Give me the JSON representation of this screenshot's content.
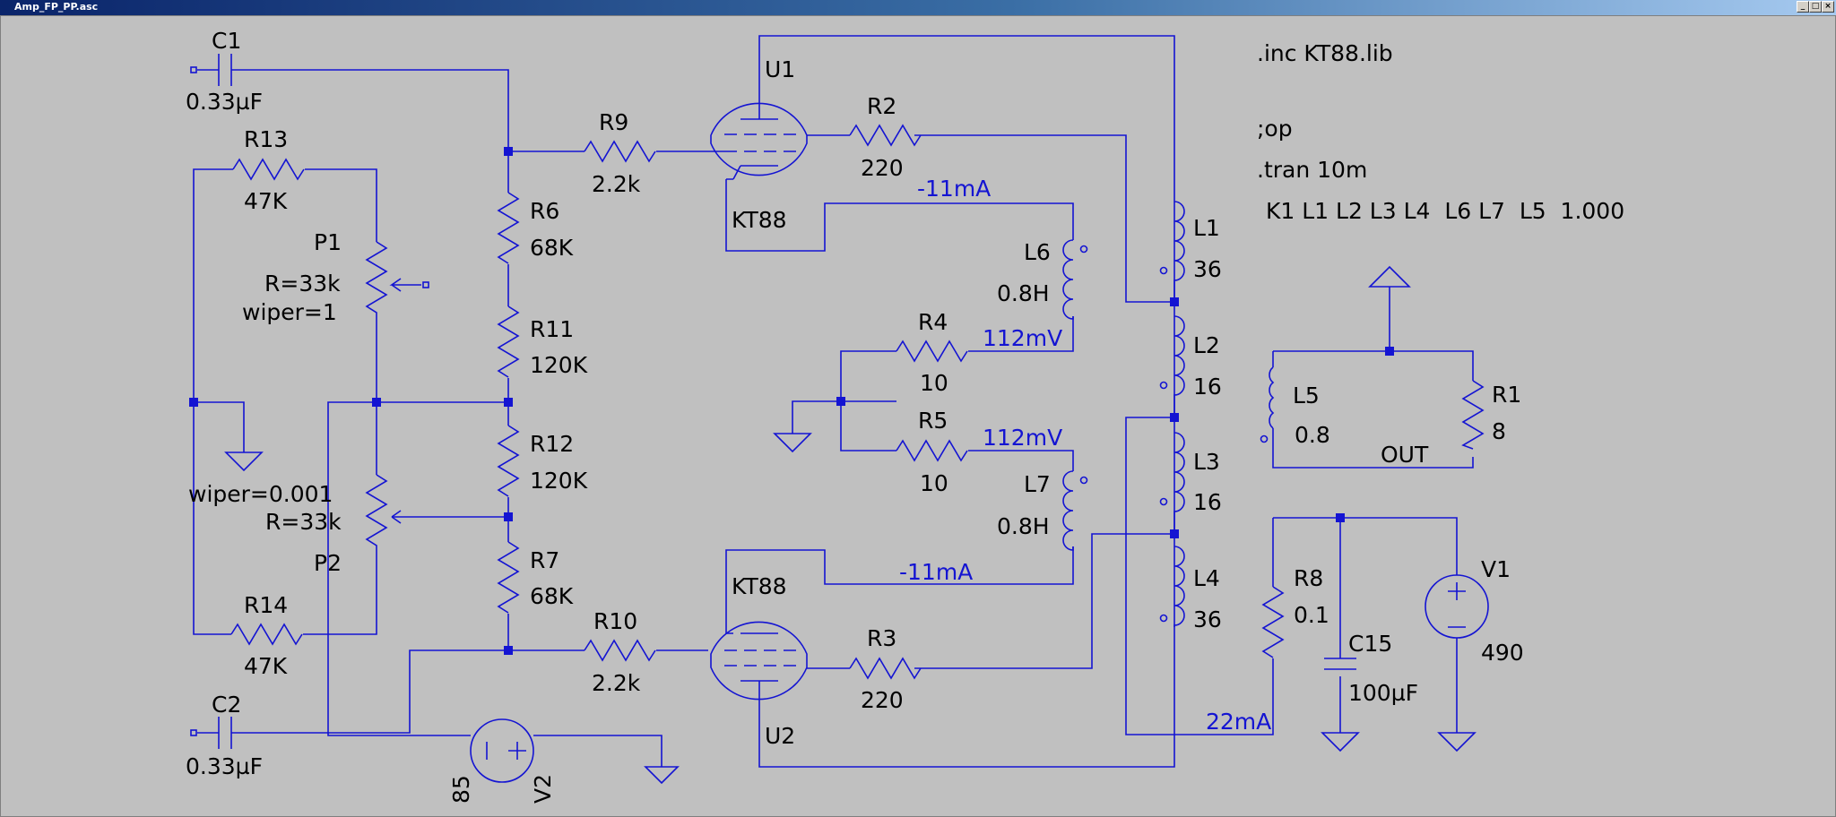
{
  "window": {
    "title": "Amp_FP_PP.asc",
    "buttons": [
      "_",
      "□",
      "×"
    ]
  },
  "directives": [
    ".inc KT88.lib",
    ";op",
    ".tran 10m",
    "K1 L1 L2 L3 L4  L6 L7  L5  1.000"
  ],
  "components": {
    "C1": {
      "ref": "C1",
      "value": "0.33µF"
    },
    "C2": {
      "ref": "C2",
      "value": "0.33µF"
    },
    "C15": {
      "ref": "C15",
      "value": "100µF"
    },
    "R13": {
      "ref": "R13",
      "value": "47K"
    },
    "R14": {
      "ref": "R14",
      "value": "47K"
    },
    "R9": {
      "ref": "R9",
      "value": "2.2k"
    },
    "R10": {
      "ref": "R10",
      "value": "2.2k"
    },
    "R6": {
      "ref": "R6",
      "value": "68K"
    },
    "R7": {
      "ref": "R7",
      "value": "68K"
    },
    "R11": {
      "ref": "R11",
      "value": "120K"
    },
    "R12": {
      "ref": "R12",
      "value": "120K"
    },
    "R2": {
      "ref": "R2",
      "value": "220"
    },
    "R3": {
      "ref": "R3",
      "value": "220"
    },
    "R4": {
      "ref": "R4",
      "value": "10"
    },
    "R5": {
      "ref": "R5",
      "value": "10"
    },
    "R8": {
      "ref": "R8",
      "value": "0.1"
    },
    "R1": {
      "ref": "R1",
      "value": "8"
    },
    "P1": {
      "ref": "P1",
      "r": "R=33k",
      "wiper": "wiper=1"
    },
    "P2": {
      "ref": "P2",
      "r": "R=33k",
      "wiper": "wiper=0.001"
    },
    "L1": {
      "ref": "L1",
      "value": "36"
    },
    "L2": {
      "ref": "L2",
      "value": "16"
    },
    "L3": {
      "ref": "L3",
      "value": "16"
    },
    "L4": {
      "ref": "L4",
      "value": "36"
    },
    "L5": {
      "ref": "L5",
      "value": "0.8"
    },
    "L6": {
      "ref": "L6",
      "value": "0.8H"
    },
    "L7": {
      "ref": "L7",
      "value": "0.8H"
    },
    "U1": {
      "ref": "U1",
      "model": "KT88"
    },
    "U2": {
      "ref": "U2",
      "model": "KT88"
    },
    "V1": {
      "ref": "V1",
      "value": "490"
    },
    "V2": {
      "ref": "V2",
      "value": "85"
    }
  },
  "labels": {
    "out": "OUT"
  },
  "probes": {
    "i_top": "-11mA",
    "i_bot": "-11mA",
    "v_r4": "112mV",
    "v_r5": "112mV",
    "i_supply": "22mA"
  }
}
